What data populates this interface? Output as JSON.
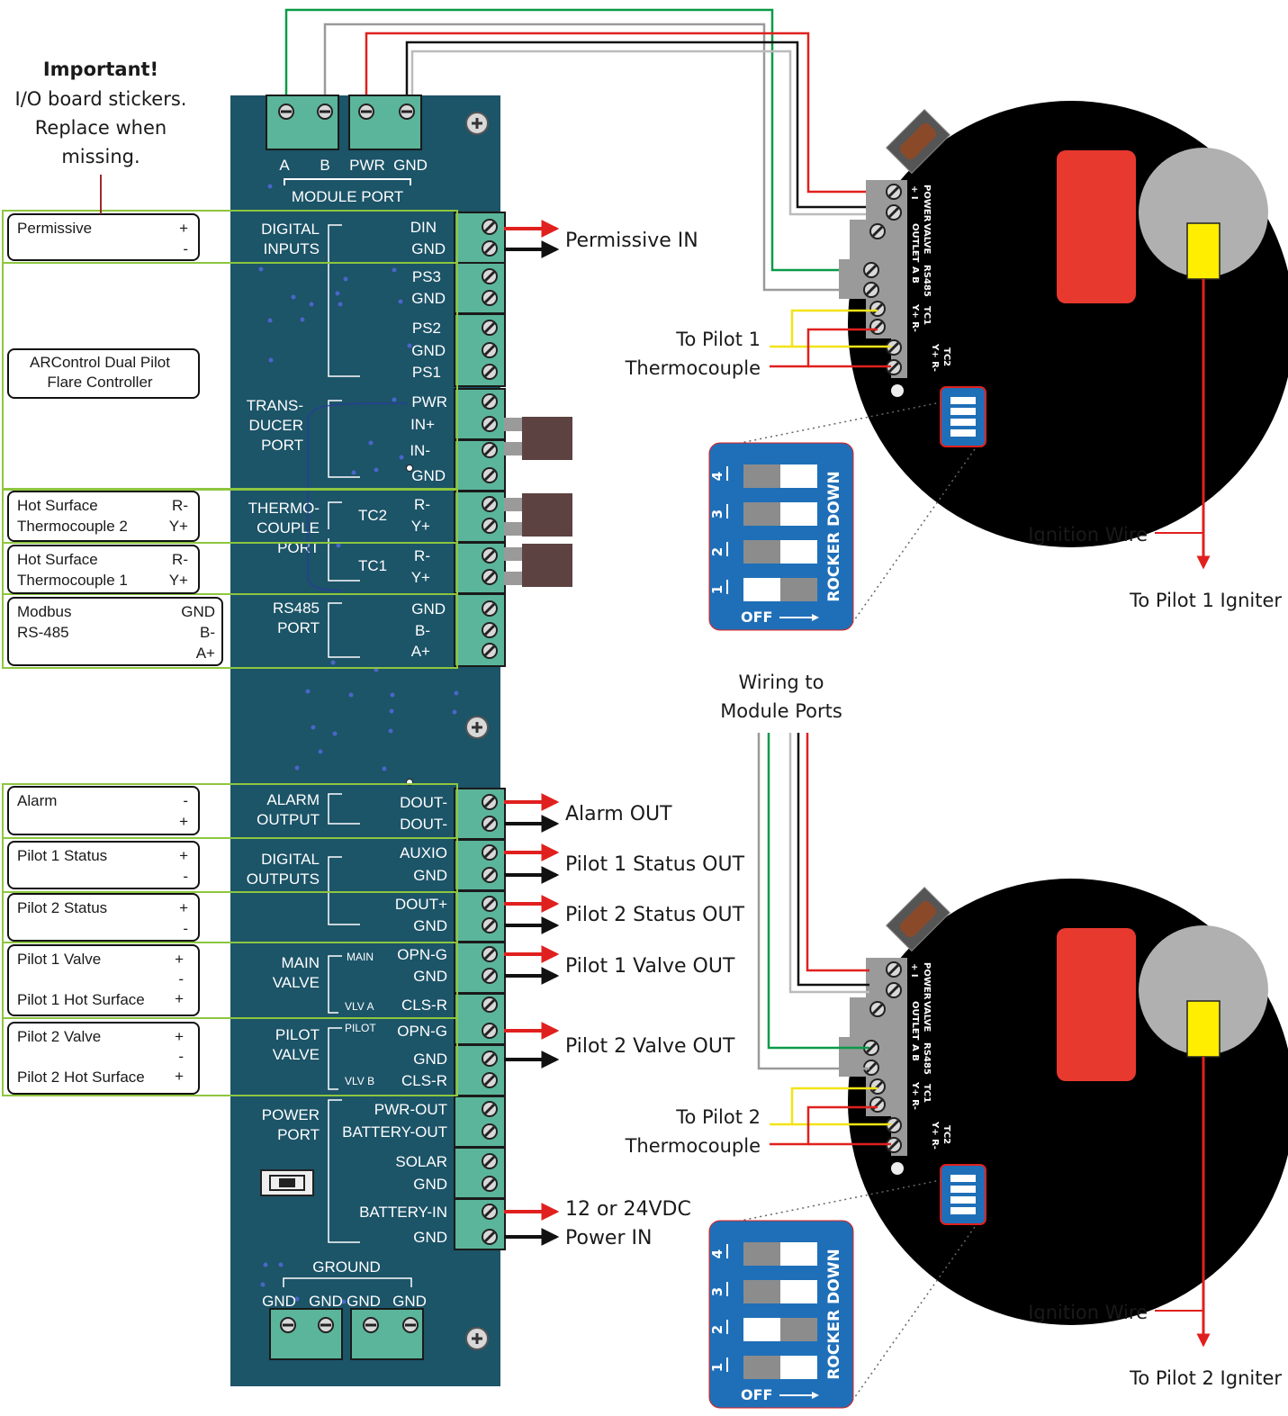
{
  "note": {
    "title": "Important!",
    "lines": [
      "I/O board stickers.",
      "Replace when",
      "missing."
    ]
  },
  "module_port": {
    "labels": [
      "A",
      "B",
      "PWR",
      "GND"
    ],
    "title": "MODULE PORT"
  },
  "stickers": [
    {
      "left": "Permissive",
      "left2": "",
      "right": [
        "+",
        "-"
      ]
    },
    {
      "left": "ARControl Dual Pilot",
      "left2": "Flare Controller",
      "right": []
    },
    {
      "left": "Hot Surface",
      "left2": "Thermocouple  2",
      "right": [
        "R-",
        "Y+"
      ]
    },
    {
      "left": "Hot Surface",
      "left2": "Thermocouple  1",
      "right": [
        "R-",
        "Y+"
      ]
    },
    {
      "left": "Modbus",
      "left2": "RS-485",
      "right": [
        "GND",
        "B-",
        "A+"
      ]
    },
    {
      "left": "Alarm",
      "left2": "",
      "right": [
        "-",
        "+"
      ]
    },
    {
      "left": "Pilot 1 Status",
      "left2": "",
      "right": [
        "+",
        "-"
      ]
    },
    {
      "left": "Pilot 2 Status",
      "left2": "",
      "right": [
        "+",
        "-"
      ]
    },
    {
      "left": "Pilot 1 Valve",
      "left2": "Pilot 1 Hot Surface",
      "right": [
        "+",
        "-",
        "+"
      ]
    },
    {
      "left": "Pilot 2 Valve",
      "left2": "Pilot 2 Hot Surface",
      "right": [
        "+",
        "-",
        "+"
      ]
    }
  ],
  "board": {
    "groups": {
      "digital_inputs": [
        "DIGITAL",
        "INPUTS"
      ],
      "transducer": [
        "TRANS-",
        "DUCER",
        "PORT"
      ],
      "thermocouple": [
        "THERMO-",
        "COUPLE",
        "PORT"
      ],
      "tc2": "TC2",
      "tc1": "TC1",
      "rs485": [
        "RS485",
        "PORT"
      ],
      "alarm": [
        "ALARM",
        "OUTPUT"
      ],
      "digital_outputs": [
        "DIGITAL",
        "OUTPUTS"
      ],
      "main_valve": [
        "MAIN",
        "VALVE"
      ],
      "main_small": [
        "MAIN",
        "VLV A"
      ],
      "pilot_valve": [
        "PILOT",
        "VALVE"
      ],
      "pilot_small": [
        "PILOT",
        "VLV B"
      ],
      "power": [
        "POWER",
        "PORT"
      ],
      "ground": "GROUND"
    },
    "pins": [
      "DIN",
      "GND",
      "PS3",
      "GND",
      "PS2",
      "GND",
      "PS1",
      "PWR",
      "IN+",
      "IN-",
      "GND",
      "R-",
      "Y+",
      "R-",
      "Y+",
      "GND",
      "B-",
      "A+",
      "DOUT-",
      "DOUT-",
      "AUXIO",
      "GND",
      "DOUT+",
      "GND",
      "OPN-G",
      "GND",
      "CLS-R",
      "OPN-G",
      "GND",
      "CLS-R",
      "PWR-OUT",
      "BATTERY-OUT",
      "SOLAR",
      "GND",
      "BATTERY-IN",
      "GND"
    ],
    "ground_pins": [
      "GND",
      "GND",
      "GND",
      "GND"
    ]
  },
  "outputs": [
    "Permissive IN",
    "Alarm OUT",
    "Pilot 1 Status OUT",
    "Pilot 2 Status OUT",
    "Pilot 1 Valve OUT",
    "Pilot 2 Valve OUT",
    "12 or 24VDC",
    "Power IN"
  ],
  "pilot_modules": [
    {
      "tc_label": [
        "To Pilot 1",
        "Thermocouple"
      ],
      "ignition": "Ignition Wire",
      "igniter": "To Pilot 1 Igniter"
    },
    {
      "tc_label": [
        "To Pilot 2",
        "Thermocouple"
      ],
      "ignition": "Ignition Wire",
      "igniter": "To Pilot 2 Igniter"
    }
  ],
  "module_labels": {
    "power": "POWER",
    "pm": "+  I",
    "valve": "VALVE",
    "outlet": "OUTLET",
    "rs485": "RS485",
    "ab": "A  B",
    "tc1": "TC1",
    "tc2": "TC2",
    "yr": "Y+ R-"
  },
  "wiring_label": [
    "Wiring to",
    "Module Ports"
  ],
  "dip": {
    "title": "ROCKER DOWN",
    "off": "OFF",
    "numbers": [
      "4",
      "3",
      "2",
      "1"
    ]
  },
  "colors": {
    "board": "#1c5468",
    "terminal": "#5bb59a",
    "sticker_border": "#8dc63f",
    "wire_red": "#e0201e",
    "wire_green": "#0a9a48",
    "wire_gray": "#9a9a9a",
    "wire_yellow": "#f2e416",
    "dip_blue": "#1f6fb8",
    "module": "#000000",
    "sensor": "#5c4240"
  }
}
